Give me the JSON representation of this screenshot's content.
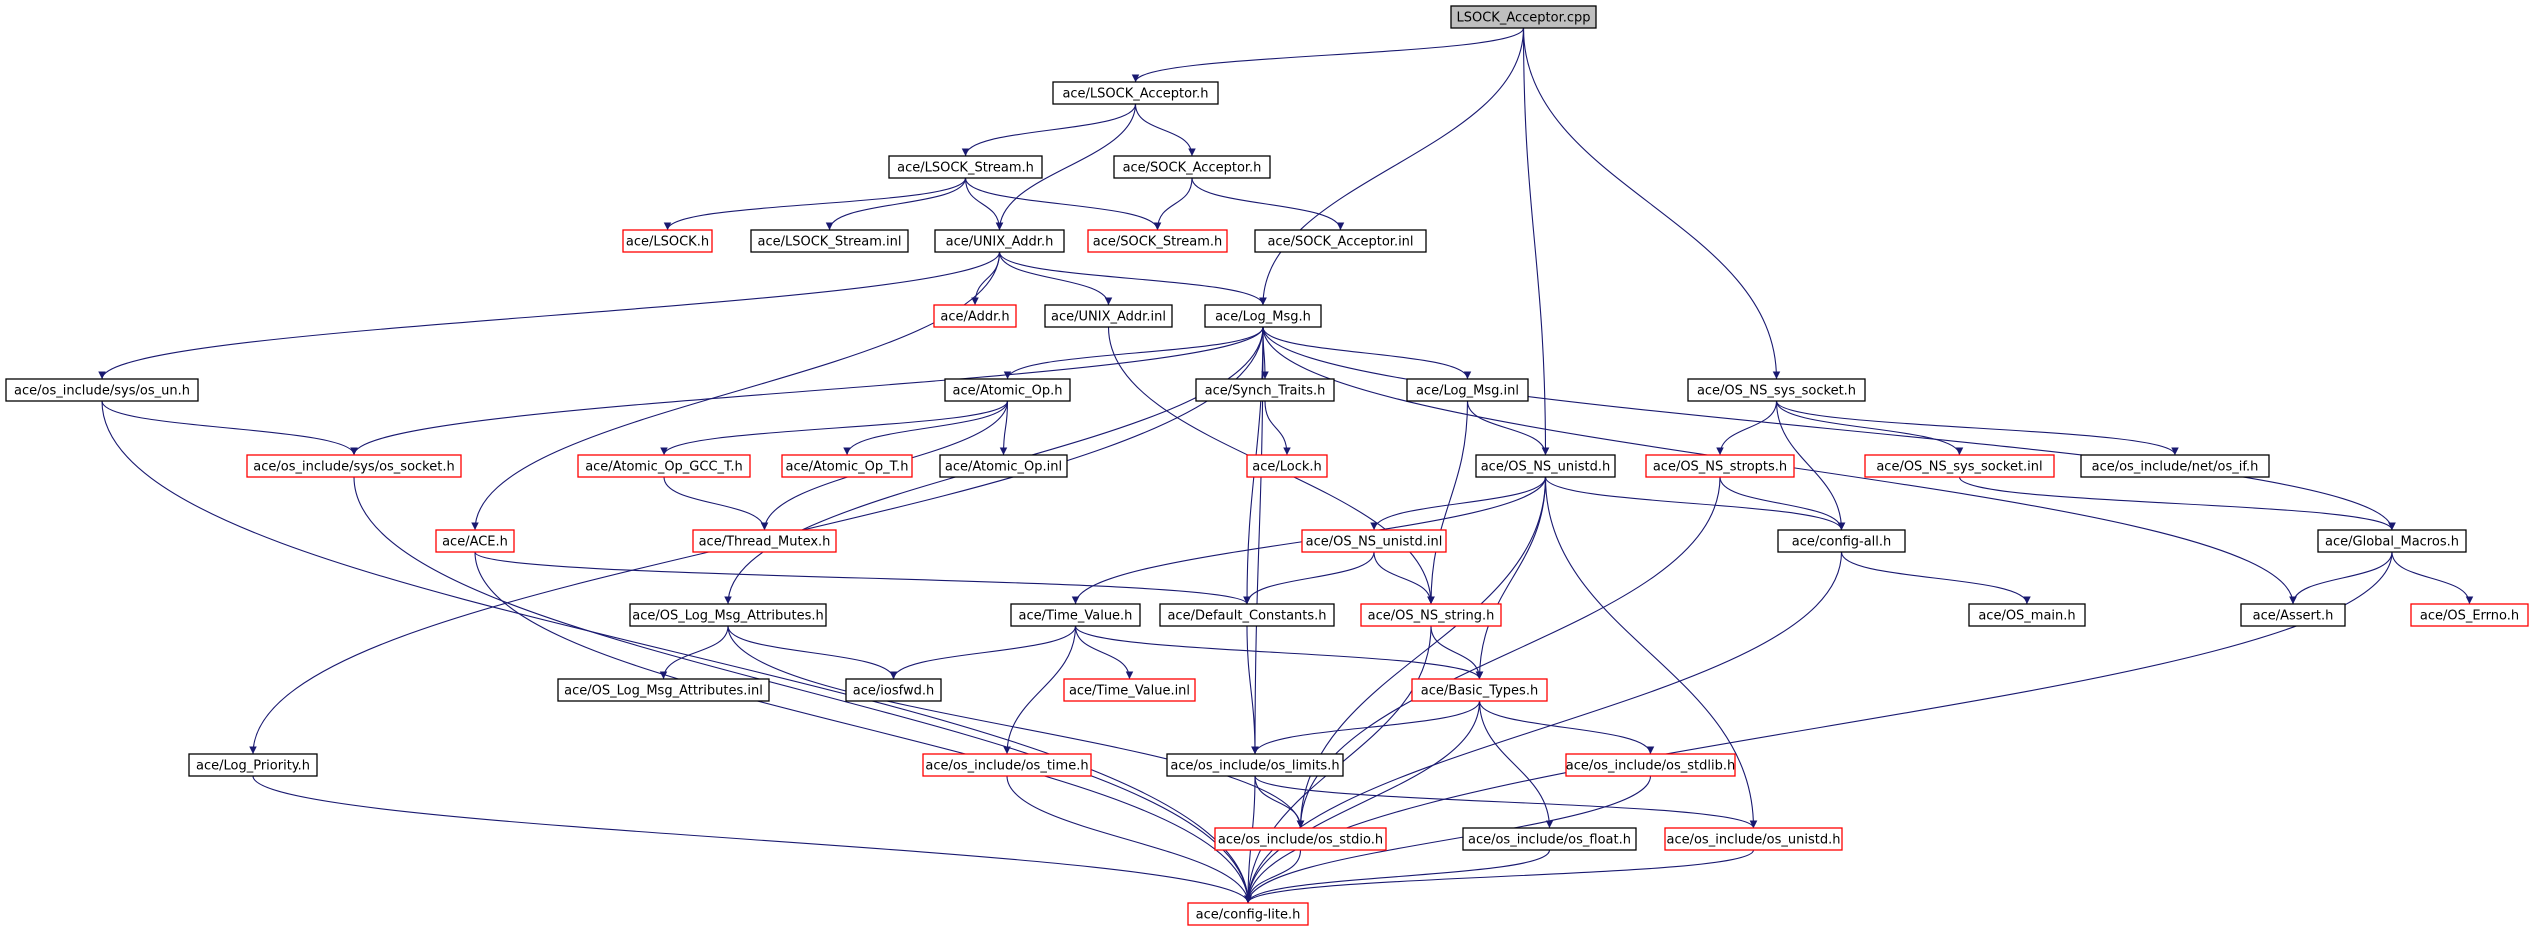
{
  "title": "LSOCK_Acceptor.cpp",
  "colors": {
    "edge": "#191970",
    "documented_border": "#000000",
    "undocumented_border": "#ff0000",
    "root_fill": "#bfbfbf",
    "node_fill": "#ffffff"
  },
  "nodes": [
    {
      "id": "root",
      "label": "LSOCK_Acceptor.cpp",
      "kind": "root"
    },
    {
      "id": "lsock_acceptor_h",
      "label": "ace/LSOCK_Acceptor.h",
      "kind": "black"
    },
    {
      "id": "lsock_stream_h",
      "label": "ace/LSOCK_Stream.h",
      "kind": "black"
    },
    {
      "id": "sock_acceptor_h",
      "label": "ace/SOCK_Acceptor.h",
      "kind": "black"
    },
    {
      "id": "lsock_h",
      "label": "ace/LSOCK.h",
      "kind": "red"
    },
    {
      "id": "lsock_stream_inl",
      "label": "ace/LSOCK_Stream.inl",
      "kind": "black"
    },
    {
      "id": "unix_addr_h",
      "label": "ace/UNIX_Addr.h",
      "kind": "black"
    },
    {
      "id": "sock_stream_h",
      "label": "ace/SOCK_Stream.h",
      "kind": "red"
    },
    {
      "id": "sock_acceptor_inl",
      "label": "ace/SOCK_Acceptor.inl",
      "kind": "black"
    },
    {
      "id": "addr_h",
      "label": "ace/Addr.h",
      "kind": "red"
    },
    {
      "id": "unix_addr_inl",
      "label": "ace/UNIX_Addr.inl",
      "kind": "black"
    },
    {
      "id": "log_msg_h",
      "label": "ace/Log_Msg.h",
      "kind": "black"
    },
    {
      "id": "os_un_h",
      "label": "ace/os_include/sys/os_un.h",
      "kind": "black"
    },
    {
      "id": "atomic_op_h",
      "label": "ace/Atomic_Op.h",
      "kind": "black"
    },
    {
      "id": "synch_traits_h",
      "label": "ace/Synch_Traits.h",
      "kind": "black"
    },
    {
      "id": "log_msg_inl",
      "label": "ace/Log_Msg.inl",
      "kind": "black"
    },
    {
      "id": "os_ns_sys_socket_h",
      "label": "ace/OS_NS_sys_socket.h",
      "kind": "black"
    },
    {
      "id": "os_socket_h",
      "label": "ace/os_include/sys/os_socket.h",
      "kind": "red"
    },
    {
      "id": "atomic_op_gcc_t_h",
      "label": "ace/Atomic_Op_GCC_T.h",
      "kind": "red"
    },
    {
      "id": "atomic_op_t_h",
      "label": "ace/Atomic_Op_T.h",
      "kind": "red"
    },
    {
      "id": "atomic_op_inl",
      "label": "ace/Atomic_Op.inl",
      "kind": "black"
    },
    {
      "id": "lock_h",
      "label": "ace/Lock.h",
      "kind": "red"
    },
    {
      "id": "os_ns_unistd_h",
      "label": "ace/OS_NS_unistd.h",
      "kind": "black"
    },
    {
      "id": "os_ns_stropts_h",
      "label": "ace/OS_NS_stropts.h",
      "kind": "red"
    },
    {
      "id": "os_ns_sys_socket_inl",
      "label": "ace/OS_NS_sys_socket.inl",
      "kind": "red"
    },
    {
      "id": "os_if_h",
      "label": "ace/os_include/net/os_if.h",
      "kind": "black"
    },
    {
      "id": "ace_h",
      "label": "ace/ACE.h",
      "kind": "red"
    },
    {
      "id": "thread_mutex_h",
      "label": "ace/Thread_Mutex.h",
      "kind": "red"
    },
    {
      "id": "os_ns_unistd_inl",
      "label": "ace/OS_NS_unistd.inl",
      "kind": "red"
    },
    {
      "id": "config_all_h",
      "label": "ace/config-all.h",
      "kind": "black"
    },
    {
      "id": "global_macros_h",
      "label": "ace/Global_Macros.h",
      "kind": "black"
    },
    {
      "id": "os_log_msg_attributes_h",
      "label": "ace/OS_Log_Msg_Attributes.h",
      "kind": "black"
    },
    {
      "id": "time_value_h",
      "label": "ace/Time_Value.h",
      "kind": "black"
    },
    {
      "id": "default_constants_h",
      "label": "ace/Default_Constants.h",
      "kind": "black"
    },
    {
      "id": "os_ns_string_h",
      "label": "ace/OS_NS_string.h",
      "kind": "red"
    },
    {
      "id": "os_main_h",
      "label": "ace/OS_main.h",
      "kind": "black"
    },
    {
      "id": "assert_h",
      "label": "ace/Assert.h",
      "kind": "black"
    },
    {
      "id": "os_errno_h",
      "label": "ace/OS_Errno.h",
      "kind": "red"
    },
    {
      "id": "os_log_msg_attributes_inl",
      "label": "ace/OS_Log_Msg_Attributes.inl",
      "kind": "black"
    },
    {
      "id": "iosfwd_h",
      "label": "ace/iosfwd.h",
      "kind": "black"
    },
    {
      "id": "time_value_inl",
      "label": "ace/Time_Value.inl",
      "kind": "red"
    },
    {
      "id": "basic_types_h",
      "label": "ace/Basic_Types.h",
      "kind": "red"
    },
    {
      "id": "log_priority_h",
      "label": "ace/Log_Priority.h",
      "kind": "black"
    },
    {
      "id": "os_time_h",
      "label": "ace/os_include/os_time.h",
      "kind": "red"
    },
    {
      "id": "os_limits_h",
      "label": "ace/os_include/os_limits.h",
      "kind": "black"
    },
    {
      "id": "os_stdlib_h",
      "label": "ace/os_include/os_stdlib.h",
      "kind": "red"
    },
    {
      "id": "os_stdio_h",
      "label": "ace/os_include/os_stdio.h",
      "kind": "red"
    },
    {
      "id": "os_float_h",
      "label": "ace/os_include/os_float.h",
      "kind": "black"
    },
    {
      "id": "os_unistd_h",
      "label": "ace/os_include/os_unistd.h",
      "kind": "red"
    },
    {
      "id": "config_lite_h",
      "label": "ace/config-lite.h",
      "kind": "red"
    }
  ],
  "edges": [
    [
      "root",
      "lsock_acceptor_h"
    ],
    [
      "root",
      "log_msg_h"
    ],
    [
      "root",
      "os_ns_unistd_h"
    ],
    [
      "root",
      "os_ns_sys_socket_h"
    ],
    [
      "lsock_acceptor_h",
      "lsock_stream_h"
    ],
    [
      "lsock_acceptor_h",
      "sock_acceptor_h"
    ],
    [
      "lsock_acceptor_h",
      "unix_addr_h"
    ],
    [
      "lsock_stream_h",
      "lsock_h"
    ],
    [
      "lsock_stream_h",
      "lsock_stream_inl"
    ],
    [
      "lsock_stream_h",
      "unix_addr_h"
    ],
    [
      "lsock_stream_h",
      "sock_stream_h"
    ],
    [
      "sock_acceptor_h",
      "sock_stream_h"
    ],
    [
      "sock_acceptor_h",
      "sock_acceptor_inl"
    ],
    [
      "unix_addr_h",
      "addr_h"
    ],
    [
      "unix_addr_h",
      "unix_addr_inl"
    ],
    [
      "unix_addr_h",
      "log_msg_h"
    ],
    [
      "unix_addr_h",
      "os_un_h"
    ],
    [
      "unix_addr_h",
      "ace_h"
    ],
    [
      "unix_addr_inl",
      "os_ns_string_h"
    ],
    [
      "log_msg_h",
      "atomic_op_h"
    ],
    [
      "log_msg_h",
      "synch_traits_h"
    ],
    [
      "log_msg_h",
      "log_msg_inl"
    ],
    [
      "log_msg_h",
      "global_macros_h"
    ],
    [
      "log_msg_h",
      "assert_h"
    ],
    [
      "log_msg_h",
      "os_log_msg_attributes_h"
    ],
    [
      "log_msg_h",
      "log_priority_h"
    ],
    [
      "log_msg_h",
      "default_constants_h"
    ],
    [
      "log_msg_h",
      "os_limits_h"
    ],
    [
      "log_msg_h",
      "os_socket_h"
    ],
    [
      "os_un_h",
      "os_socket_h"
    ],
    [
      "os_un_h",
      "config_lite_h"
    ],
    [
      "atomic_op_h",
      "atomic_op_gcc_t_h"
    ],
    [
      "atomic_op_h",
      "atomic_op_t_h"
    ],
    [
      "atomic_op_h",
      "atomic_op_inl"
    ],
    [
      "atomic_op_h",
      "thread_mutex_h"
    ],
    [
      "atomic_op_gcc_t_h",
      "thread_mutex_h"
    ],
    [
      "synch_traits_h",
      "lock_h"
    ],
    [
      "log_msg_inl",
      "os_ns_unistd_h"
    ],
    [
      "log_msg_inl",
      "os_ns_string_h"
    ],
    [
      "os_ns_sys_socket_h",
      "os_ns_stropts_h"
    ],
    [
      "os_ns_sys_socket_h",
      "os_ns_sys_socket_inl"
    ],
    [
      "os_ns_sys_socket_h",
      "os_if_h"
    ],
    [
      "os_ns_sys_socket_h",
      "config_all_h"
    ],
    [
      "os_ns_sys_socket_inl",
      "global_macros_h"
    ],
    [
      "os_ns_stropts_h",
      "config_all_h"
    ],
    [
      "os_ns_stropts_h",
      "os_stdio_h"
    ],
    [
      "os_ns_unistd_h",
      "os_ns_unistd_inl"
    ],
    [
      "os_ns_unistd_h",
      "config_all_h"
    ],
    [
      "os_ns_unistd_h",
      "time_value_h"
    ],
    [
      "os_ns_unistd_h",
      "basic_types_h"
    ],
    [
      "os_ns_unistd_h",
      "os_unistd_h"
    ],
    [
      "os_ns_unistd_h",
      "os_stdio_h"
    ],
    [
      "os_ns_unistd_inl",
      "os_ns_string_h"
    ],
    [
      "os_ns_unistd_inl",
      "default_constants_h"
    ],
    [
      "os_socket_h",
      "config_lite_h"
    ],
    [
      "ace_h",
      "default_constants_h"
    ],
    [
      "ace_h",
      "config_lite_h"
    ],
    [
      "config_all_h",
      "os_main_h"
    ],
    [
      "config_all_h",
      "config_lite_h"
    ],
    [
      "global_macros_h",
      "assert_h"
    ],
    [
      "global_macros_h",
      "os_errno_h"
    ],
    [
      "global_macros_h",
      "config_lite_h"
    ],
    [
      "os_log_msg_attributes_h",
      "os_log_msg_attributes_inl"
    ],
    [
      "os_log_msg_attributes_h",
      "iosfwd_h"
    ],
    [
      "os_log_msg_attributes_h",
      "os_stdio_h"
    ],
    [
      "time_value_h",
      "iosfwd_h"
    ],
    [
      "time_value_h",
      "time_value_inl"
    ],
    [
      "time_value_h",
      "basic_types_h"
    ],
    [
      "time_value_h",
      "os_time_h"
    ],
    [
      "default_constants_h",
      "os_limits_h"
    ],
    [
      "os_ns_string_h",
      "basic_types_h"
    ],
    [
      "os_ns_string_h",
      "config_lite_h"
    ],
    [
      "basic_types_h",
      "os_limits_h"
    ],
    [
      "basic_types_h",
      "os_stdlib_h"
    ],
    [
      "basic_types_h",
      "os_float_h"
    ],
    [
      "basic_types_h",
      "config_lite_h"
    ],
    [
      "log_priority_h",
      "config_lite_h"
    ],
    [
      "os_time_h",
      "config_lite_h"
    ],
    [
      "os_limits_h",
      "os_stdio_h"
    ],
    [
      "os_limits_h",
      "os_unistd_h"
    ],
    [
      "os_limits_h",
      "config_lite_h"
    ],
    [
      "os_stdlib_h",
      "config_lite_h"
    ],
    [
      "os_stdio_h",
      "config_lite_h"
    ],
    [
      "os_float_h",
      "config_lite_h"
    ],
    [
      "os_unistd_h",
      "config_lite_h"
    ]
  ]
}
